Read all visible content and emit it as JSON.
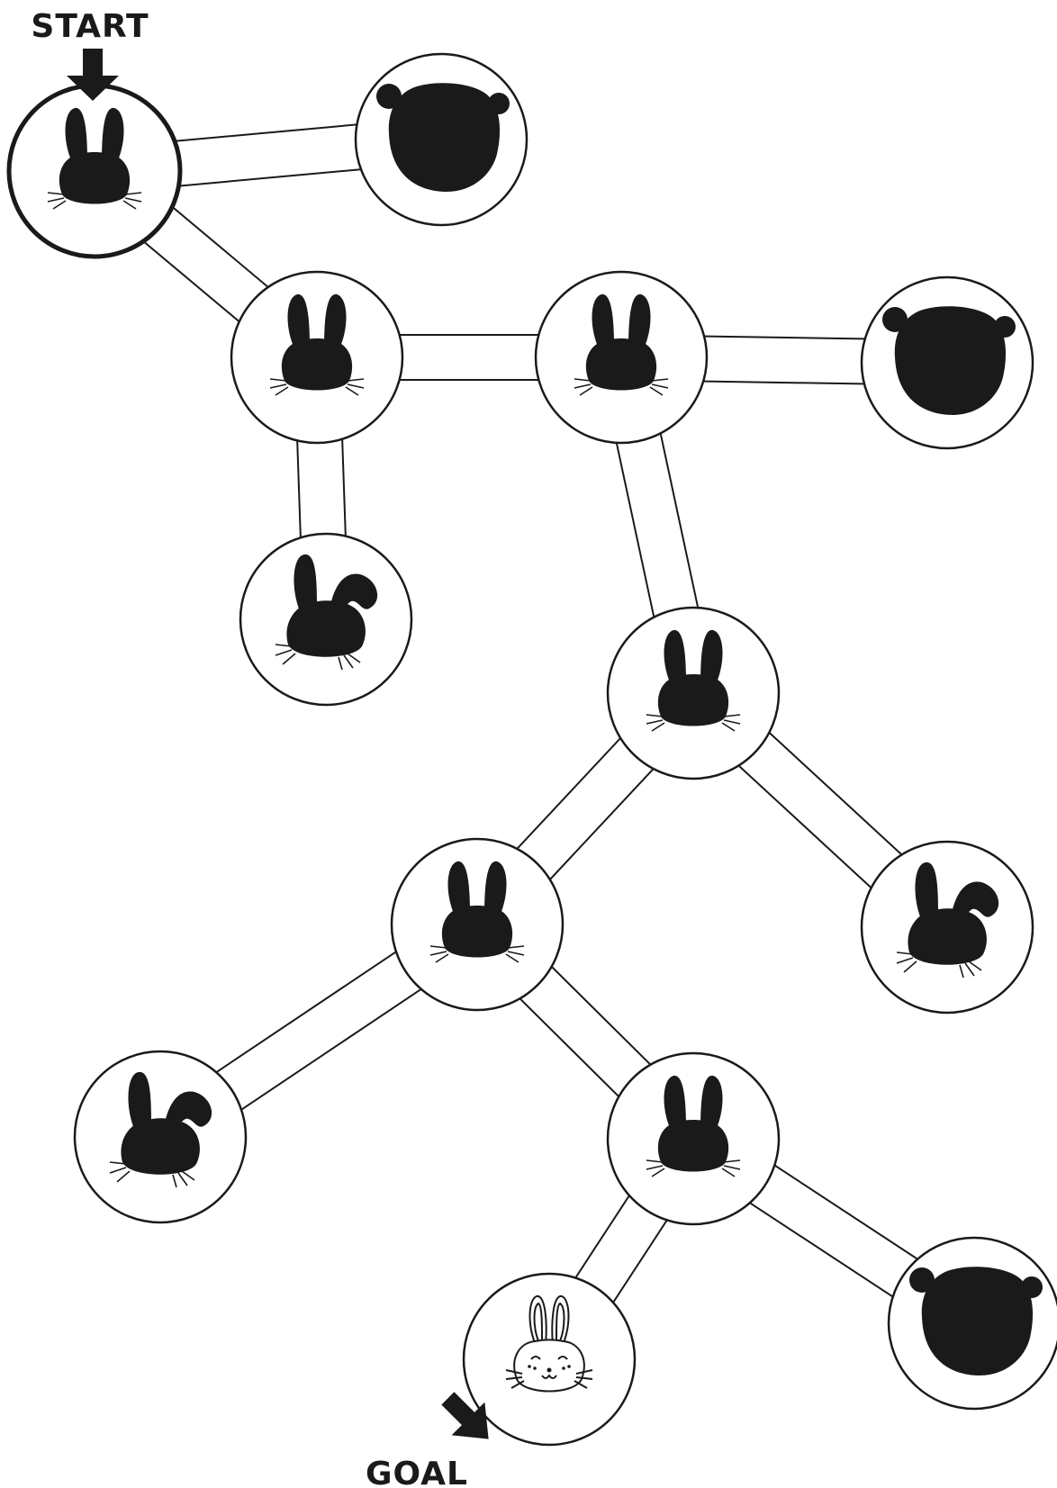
{
  "labels": {
    "start": "START",
    "goal": "GOAL"
  },
  "colors": {
    "ink": "#1a1a1a",
    "background": "#ffffff"
  },
  "nodes": [
    {
      "id": "n1",
      "figure": "bunny-silhouette",
      "role": "start"
    },
    {
      "id": "n2",
      "figure": "bear-silhouette"
    },
    {
      "id": "n3",
      "figure": "bunny-silhouette"
    },
    {
      "id": "n4",
      "figure": "bunny-silhouette"
    },
    {
      "id": "n5",
      "figure": "bear-silhouette"
    },
    {
      "id": "n6",
      "figure": "floppy-ear-bunny-silhouette"
    },
    {
      "id": "n7",
      "figure": "bunny-silhouette"
    },
    {
      "id": "n8",
      "figure": "bunny-silhouette"
    },
    {
      "id": "n9",
      "figure": "floppy-ear-bunny-silhouette"
    },
    {
      "id": "n10",
      "figure": "floppy-ear-bunny-silhouette"
    },
    {
      "id": "n11",
      "figure": "bunny-silhouette"
    },
    {
      "id": "n12",
      "figure": "smiling-bunny-outline",
      "role": "goal"
    },
    {
      "id": "n13",
      "figure": "bear-silhouette"
    }
  ],
  "edges": [
    [
      "n1",
      "n2"
    ],
    [
      "n1",
      "n3"
    ],
    [
      "n3",
      "n4"
    ],
    [
      "n4",
      "n5"
    ],
    [
      "n3",
      "n6"
    ],
    [
      "n4",
      "n7"
    ],
    [
      "n7",
      "n8"
    ],
    [
      "n7",
      "n9"
    ],
    [
      "n8",
      "n10"
    ],
    [
      "n8",
      "n11"
    ],
    [
      "n11",
      "n12"
    ],
    [
      "n11",
      "n13"
    ]
  ]
}
